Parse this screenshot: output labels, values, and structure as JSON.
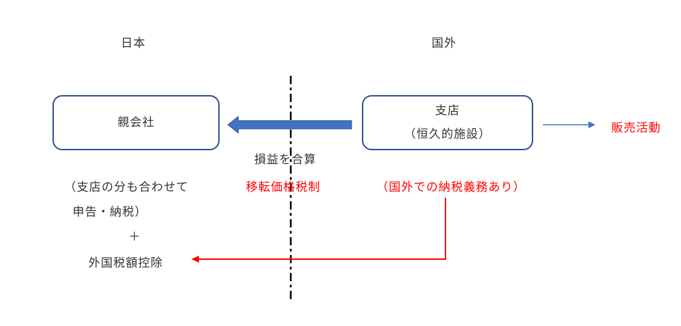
{
  "regions": {
    "japan": "日本",
    "overseas": "国外"
  },
  "parent_company": {
    "label": "親会社"
  },
  "branch": {
    "line1": "支店",
    "line2": "（恒久的施設）"
  },
  "sales_activity": "販売活動",
  "profit_merge": "損益を合算",
  "transfer_pricing": "移転価格税制",
  "overseas_tax_obligation": "（国外での納税義務あり）",
  "japan_notes": {
    "line1": "（支店の分も合わせて",
    "line2": "申告・納税）",
    "plus": "＋",
    "line3": "外国税額控除"
  },
  "colors": {
    "box_border": "#2f528f",
    "arrow_fill": "#4472c4",
    "red": "#ff0000"
  }
}
